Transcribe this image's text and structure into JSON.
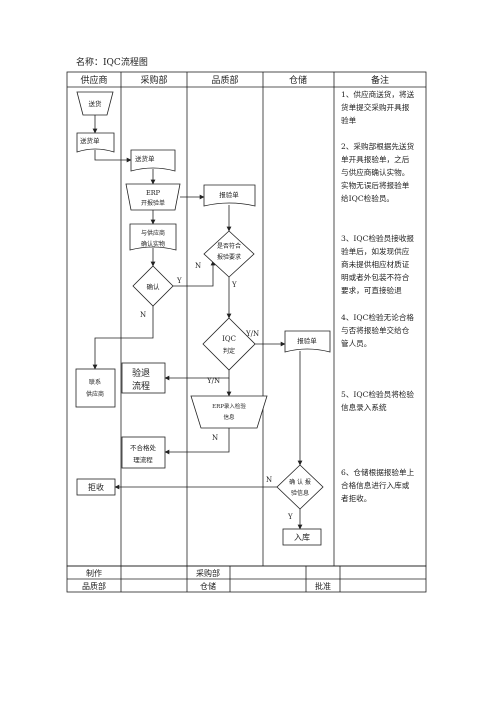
{
  "title": "名称：IQC流程图",
  "columns": [
    "供应商",
    "采购部",
    "品质部",
    "仓储",
    "备注"
  ],
  "nodes": {
    "supplier_delivery": "送货",
    "delivery_note_a": "送货单",
    "delivery_note_b": "送货单",
    "erp_title": "ERP",
    "erp_sub": "开报验单",
    "confirm_goods_1": "与供应商",
    "confirm_goods_2": "确认实物",
    "confirm": "确认",
    "inspection_doc": "报验单",
    "standard_1": "是否符合",
    "standard_2": "报验要求",
    "iqc_1": "IQC",
    "iqc_2": "判定",
    "inspection_doc_2": "报验单",
    "contact_1": "联系",
    "contact_2": "供应商",
    "return_1": "验退",
    "return_2": "流程",
    "erp_entry_1": "ERP录入检验",
    "erp_entry_2": "信息",
    "nc_1": "不合格处",
    "nc_2": "理流程",
    "reject": "拒收",
    "confirm_info_1": "确 认 报",
    "confirm_info_2": "验信息",
    "warehouse_in": "入库"
  },
  "labels": {
    "y": "Y",
    "n": "N",
    "yn": "Y/N"
  },
  "notes": [
    [
      "1、供应商送货，将送",
      "货单提交采购开具报",
      "验单"
    ],
    [
      "2、采购部根据先送货",
      "单开具报验单，之后",
      "与供应商确认实物。",
      "实物无误后将报验单",
      "给IQC检验员。"
    ],
    [
      "3、IQC检验员接收报",
      "验单后，如发现供应",
      "商未提供相应材质证",
      "明或者外包装不符合",
      "要求，可直接验退"
    ],
    [
      "4、IQC检验无论合格",
      "与否将报验单交给仓",
      "管人员。"
    ],
    [
      "5、IQC检验员将检验",
      "信息录入系统"
    ],
    [
      "6、仓储根据报验单上",
      "合格信息进行入库或",
      "者拒收。"
    ]
  ],
  "footer": {
    "made_by": "制作",
    "purchasing": "采购部",
    "quality": "品质部",
    "warehouse": "仓储",
    "approve": "批准"
  }
}
